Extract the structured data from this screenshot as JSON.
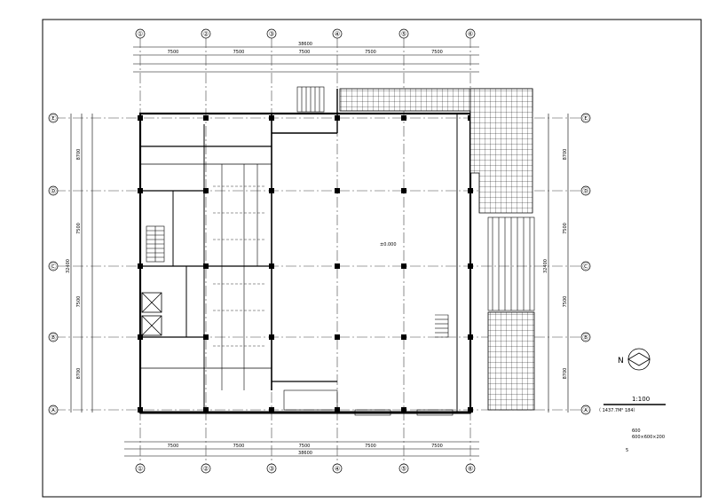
{
  "grid": {
    "columns": [
      "①",
      "②",
      "③",
      "④",
      "⑤",
      "⑥"
    ],
    "rows": [
      "Ⓔ",
      "Ⓓ",
      "Ⓒ",
      "Ⓑ",
      "Ⓐ"
    ]
  },
  "dimensions": {
    "top_total": "38600",
    "top_bays": [
      "7500",
      "7500",
      "7500",
      "7500",
      "7500"
    ],
    "bottom_total": "38600",
    "bottom_bays": [
      "7500",
      "7500",
      "7500",
      "7500",
      "7500"
    ],
    "right_bays": [
      "8700",
      "7500",
      "7500",
      "8700"
    ],
    "left_bays": [
      "8700",
      "7500",
      "7500",
      "8700"
    ],
    "left_total": "32400",
    "right_total": "32400"
  },
  "labels": {
    "hall_elevation": "±0.000",
    "north_letter": "N",
    "scale": "1:100",
    "area_note": "（  1437.7M²        184）",
    "legend_size": "600",
    "legend_size2": "600×600×200",
    "legend_mark": "5"
  }
}
